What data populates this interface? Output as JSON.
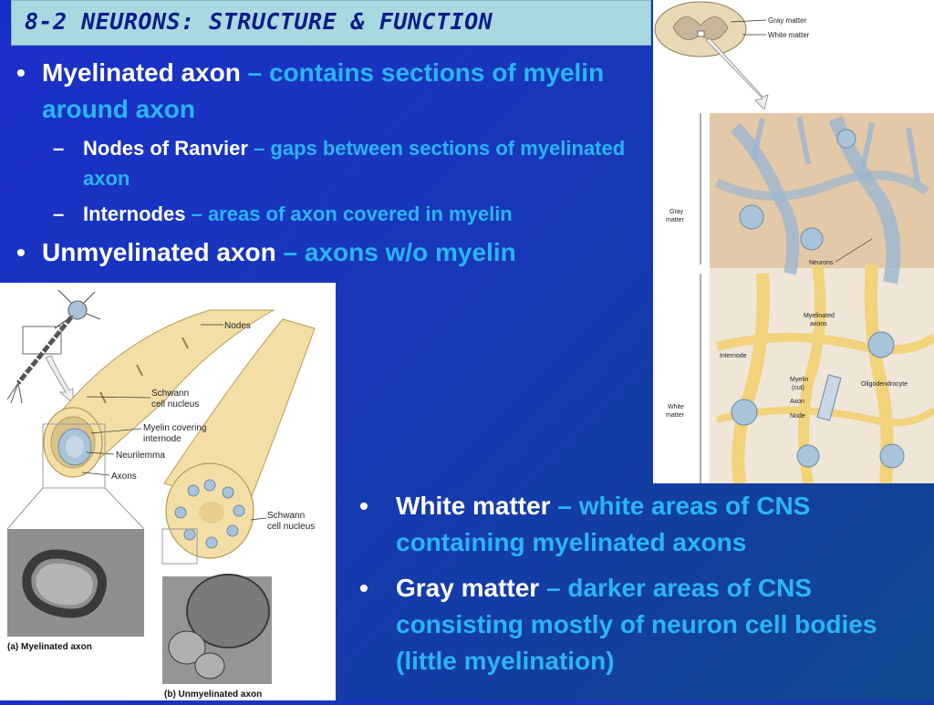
{
  "title": "8-2 NEURONS: STRUCTURE & FUNCTION",
  "bullets_top": [
    {
      "term": "Myelinated axon",
      "definition": "– contains sections of myelin around axon",
      "subs": [
        {
          "term": "Nodes of Ranvier",
          "definition": "– gaps between sections of myelinated axon"
        },
        {
          "term": "Internodes",
          "definition": "– areas of axon covered in myelin"
        }
      ]
    },
    {
      "term": "Unmyelinated axon",
      "definition": "– axons w/o myelin"
    }
  ],
  "bullets_bottom": [
    {
      "term": "White matter",
      "definition": "– white areas of CNS containing myelinated axons"
    },
    {
      "term": "Gray matter",
      "definition": "– darker areas of CNS consisting mostly of neuron cell bodies (little myelination)"
    }
  ],
  "figure_right": {
    "labels": {
      "gray_matter_top": "Gray matter",
      "white_matter_top": "White matter",
      "gray_matter_side": [
        "Gray",
        "matter"
      ],
      "neurons": "Neurons",
      "myelinated_axons": [
        "Myelinated",
        "axons"
      ],
      "internode": "Internode",
      "myelin_cut": [
        "Myelin",
        "(cut)"
      ],
      "oligodendrocyte": "Oligodendrocyte",
      "axon": "Axon",
      "node": "Node",
      "white_matter_side": [
        "White",
        "matter"
      ]
    }
  },
  "figure_left": {
    "labels": {
      "nodes": "Nodes",
      "schwann_nucleus_1": [
        "Schwann",
        "cell nucleus"
      ],
      "myelin_covering": [
        "Myelin covering",
        "internode"
      ],
      "neurilemma": "Neurilemma",
      "axons": "Axons",
      "schwann_nucleus_2": [
        "Schwann",
        "cell nucleus"
      ],
      "caption_a": "(a) Myelinated axon",
      "caption_b": "(b) Unmyelinated axon"
    }
  },
  "colors": {
    "definition": "#29b6f6",
    "title_bg": "#a8d8e0",
    "title_text": "#0a1c8a"
  }
}
